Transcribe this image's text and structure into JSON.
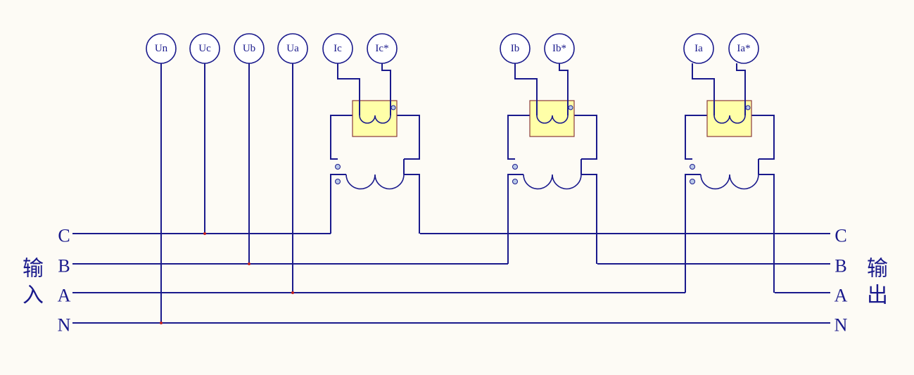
{
  "terminals": {
    "un": "Un",
    "uc": "Uc",
    "ub": "Ub",
    "ua": "Ua",
    "ic": "Ic",
    "ic_star": "Ic*",
    "ib": "Ib",
    "ib_star": "Ib*",
    "ia": "Ia",
    "ia_star": "Ia*"
  },
  "lines": {
    "left": {
      "c": "C",
      "b": "B",
      "a": "A",
      "n": "N"
    },
    "right": {
      "c": "C",
      "b": "B",
      "a": "A",
      "n": "N"
    }
  },
  "sides": {
    "input": [
      "输",
      "入"
    ],
    "output": [
      "输",
      "出"
    ]
  },
  "colors": {
    "wire": "#1A1A8C",
    "ct_box_fill": "#FFFFA8",
    "ct_box_stroke": "#8B3A3A",
    "junction": "#C02020",
    "background": "#FDFBF5"
  }
}
